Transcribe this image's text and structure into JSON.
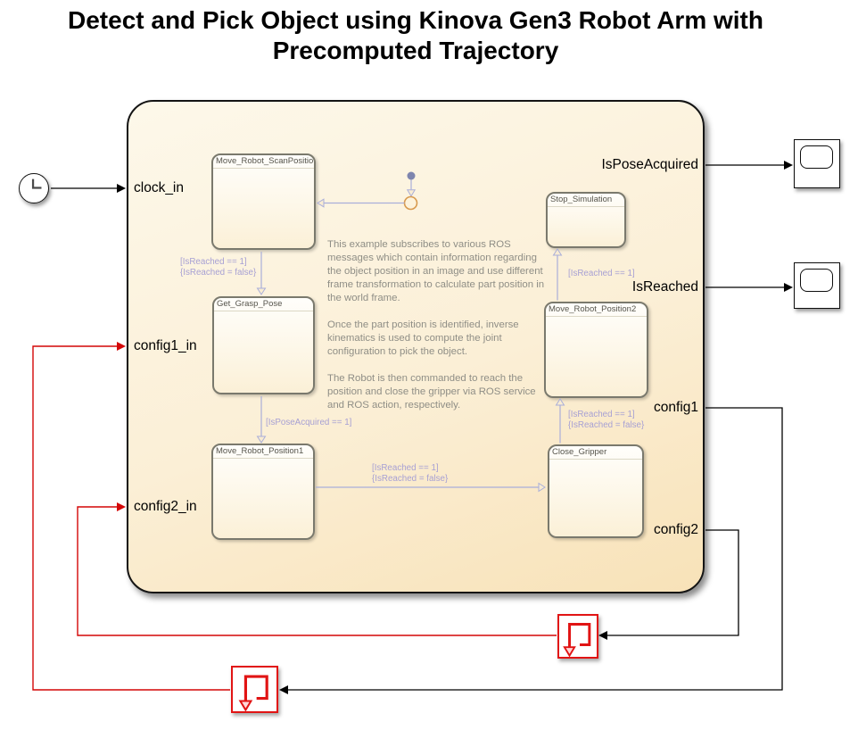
{
  "title": "Detect and Pick Object using Kinova Gen3 Robot Arm with\nPrecomputed Trajectory",
  "chart": {
    "inputs": [
      {
        "label": "clock_in"
      },
      {
        "label": "config1_in"
      },
      {
        "label": "config2_in"
      }
    ],
    "outputs": [
      {
        "label": "IsPoseAcquired"
      },
      {
        "label": "IsReached"
      },
      {
        "label": "config1"
      },
      {
        "label": "config2"
      }
    ],
    "states": [
      {
        "name": "Move_Robot_ScanPosition"
      },
      {
        "name": "Get_Grasp_Pose"
      },
      {
        "name": "Move_Robot_Position1"
      },
      {
        "name": "Stop_Simulation"
      },
      {
        "name": "Move_Robot_Position2"
      },
      {
        "name": "Close_Gripper"
      }
    ],
    "transitions": [
      {
        "from": "Move_Robot_ScanPosition",
        "to": "Get_Grasp_Pose",
        "label": "[IsReached == 1]\n{IsReached = false}"
      },
      {
        "from": "Get_Grasp_Pose",
        "to": "Move_Robot_Position1",
        "label": "[IsPoseAcquired == 1]"
      },
      {
        "from": "Move_Robot_Position1",
        "to": "Close_Gripper",
        "label": "[IsReached == 1]\n{IsReached = false}"
      },
      {
        "from": "Close_Gripper",
        "to": "Move_Robot_Position2",
        "label": "[IsReached == 1]\n{IsReached = false}"
      },
      {
        "from": "Move_Robot_Position2",
        "to": "Stop_Simulation",
        "label": "[IsReached == 1]"
      }
    ],
    "note": "This example subscribes to various ROS\nmessages which contain information regarding\nthe object position in an image and use different\nframe transformation to calculate part position in\nthe world frame.\n\nOnce the part position is identified, inverse\nkinematics is used to compute the joint\nconfiguration to pick the object.\n\nThe Robot is then commanded to reach the\nposition and close the gripper via ROS service\nand ROS action, respectively."
  },
  "blocks": {
    "clock": {
      "icon": "clock-icon"
    },
    "scopes": [
      {
        "icon": "scope-icon",
        "connected_to": "IsPoseAcquired"
      },
      {
        "icon": "scope-icon",
        "connected_to": "IsReached"
      }
    ],
    "delays": [
      {
        "icon": "loop-delay-icon",
        "feeds": "config2_in"
      },
      {
        "icon": "loop-delay-icon",
        "feeds": "config1_in"
      }
    ]
  },
  "colors": {
    "signal_black": "#000000",
    "feedback_red": "#d40707",
    "transition_line": "#a9aed9",
    "transition_label": "#a7a0d4",
    "junction_border": "#d89a4e",
    "default_dot": "#7e85ae",
    "note_text": "#8f8e86",
    "state_border": "#7a796d",
    "state_label": "#55544c",
    "block_red": "#e11414",
    "chart_fill_top": "#fdf8ea",
    "chart_fill_bottom": "#f8e2b8"
  }
}
